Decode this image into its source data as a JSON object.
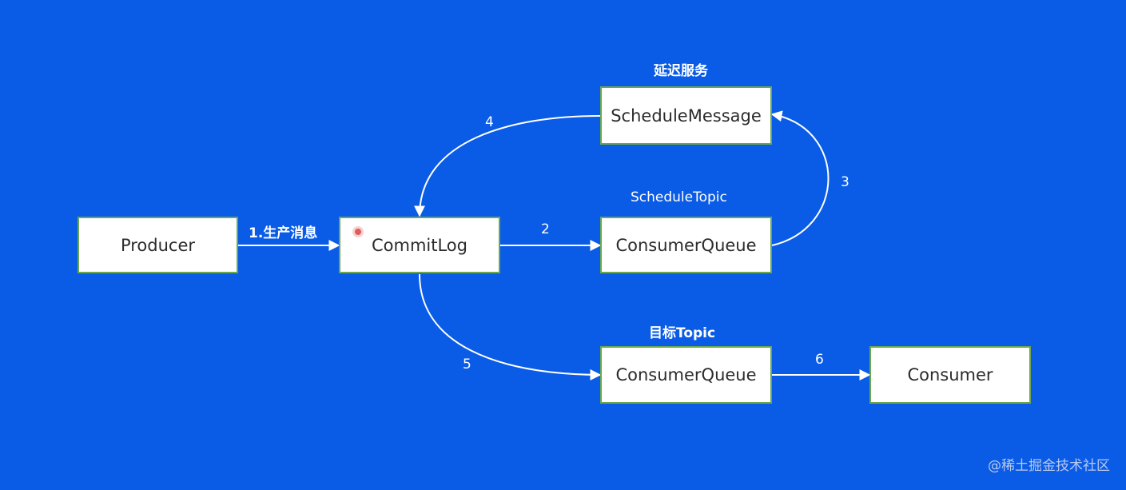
{
  "nodes": {
    "producer": "Producer",
    "commitlog": "CommitLog",
    "schedule_message": "ScheduleMessage",
    "consumer_queue_schedule": "ConsumerQueue",
    "consumer_queue_target": "ConsumerQueue",
    "consumer": "Consumer"
  },
  "group_labels": {
    "delay_service": "延迟服务",
    "schedule_topic": "ScheduleTopic",
    "target_topic": "目标Topic"
  },
  "edges": {
    "step1": "1.生产消息",
    "step2": "2",
    "step3": "3",
    "step4": "4",
    "step5": "5",
    "step6": "6"
  },
  "watermark": "@稀土掘金技术社区",
  "colors": {
    "background": "#0a5ce6",
    "node_border": "#6aa84f",
    "node_fill": "#ffffff",
    "arrow": "#ffffff"
  }
}
